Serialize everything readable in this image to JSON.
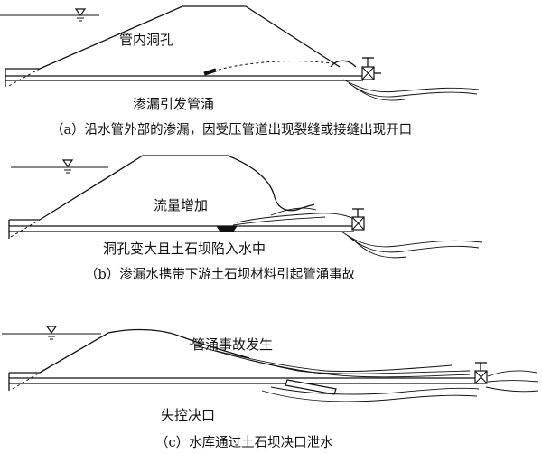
{
  "panels": [
    {
      "id": "a",
      "label_top": "管内洞孔",
      "label_bottom": "渗漏引发管涌",
      "caption": "（a）沿水管外部的渗漏，因受压管道出现裂缝或接缝出现开口"
    },
    {
      "id": "b",
      "label_top": "流量增加",
      "label_bottom": "洞孔变大且土石坝陷入水中",
      "caption": "（b）渗漏水携带下游土石坝材料引起管涌事故"
    },
    {
      "id": "c",
      "label_top": "管涌事故发生",
      "label_bottom": "失控决口",
      "caption": "（c）水库通过土石坝决口泄水"
    }
  ]
}
